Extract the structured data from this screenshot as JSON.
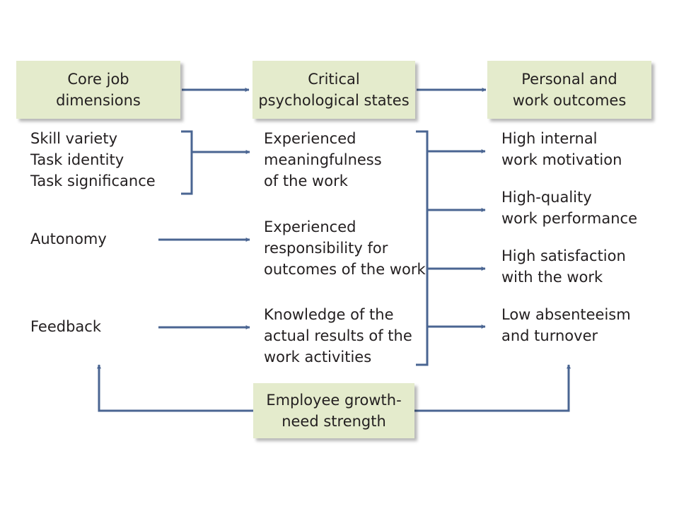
{
  "header_boxes": {
    "core": [
      "Core job",
      "dimensions"
    ],
    "states": [
      "Critical",
      "psychological states"
    ],
    "outcomes": [
      "Personal and",
      "work outcomes"
    ]
  },
  "core_dimensions": {
    "group1": [
      "Skill variety",
      "Task identity",
      "Task significance"
    ],
    "autonomy": "Autonomy",
    "feedback": "Feedback"
  },
  "psychological_states": {
    "meaningfulness": [
      "Experienced",
      "meaningfulness",
      "of the work"
    ],
    "responsibility": [
      "Experienced",
      "responsibility for",
      "outcomes of the work"
    ],
    "knowledge": [
      "Knowledge of the",
      "actual results of the",
      "work activities"
    ]
  },
  "outcomes": {
    "motivation": [
      "High internal",
      "work motivation"
    ],
    "performance": [
      "High-quality",
      "work performance"
    ],
    "satisfaction": [
      "High satisfaction",
      "with the work"
    ],
    "absenteeism": [
      "Low absenteeism",
      "and turnover"
    ]
  },
  "moderator_box": [
    "Employee growth-",
    "need strength"
  ],
  "colors": {
    "box_fill": "#e4ebcc",
    "arrow": "#4a6592",
    "text": "#231f20"
  }
}
